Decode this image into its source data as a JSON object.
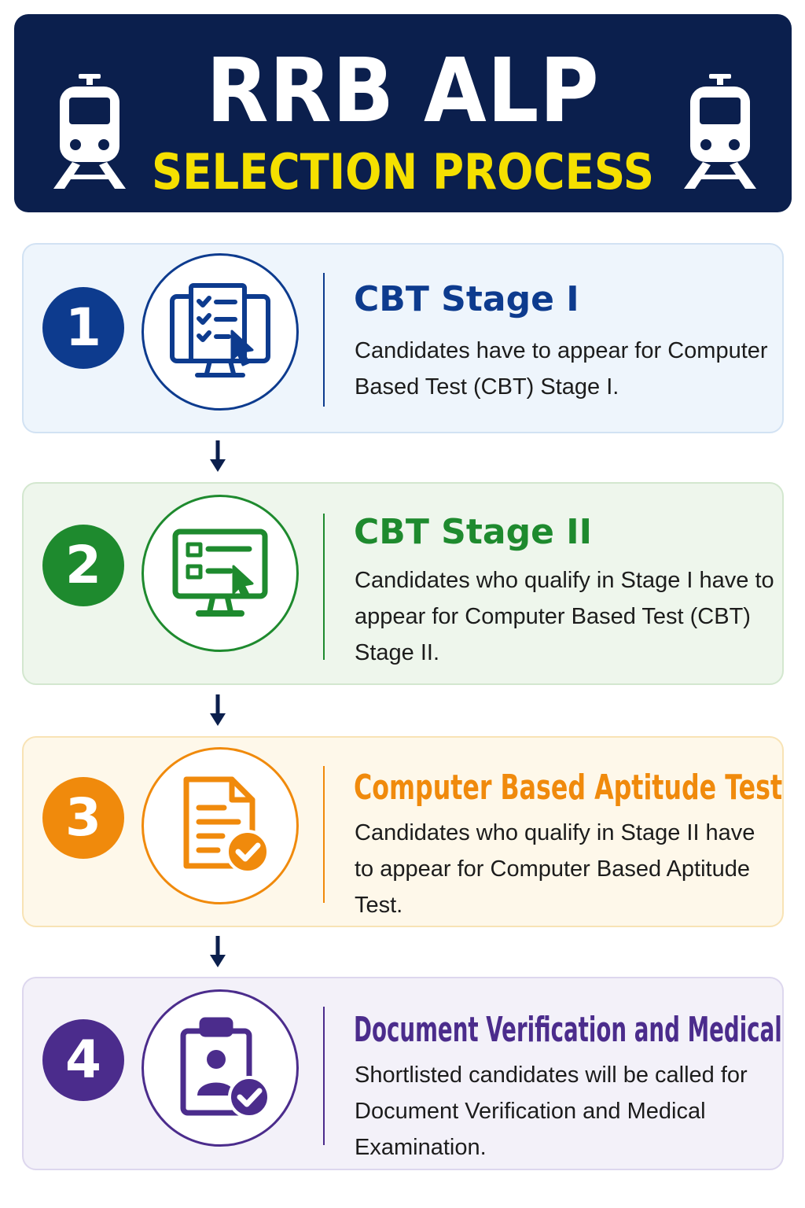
{
  "header": {
    "title": "RRB ALP",
    "subtitle": "SELECTION PROCESS",
    "background": "#0b1f4d",
    "title_color": "#ffffff",
    "subtitle_color": "#f5e000",
    "icons": [
      "train-icon",
      "train-icon"
    ]
  },
  "steps": [
    {
      "number": "1",
      "title": "CBT Stage I",
      "description": "Candidates have to appear for Computer Based Test (CBT) Stage I.",
      "icon": "online-test-checklist-icon",
      "accent": "#0d3b8e",
      "background": "#eef5fc"
    },
    {
      "number": "2",
      "title": "CBT Stage II",
      "description": "Candidates who qualify in Stage I have to appear for Computer Based Test (CBT) Stage II.",
      "icon": "online-form-icon",
      "accent": "#1e8a2e",
      "background": "#eef6ec"
    },
    {
      "number": "3",
      "title": "Computer Based Aptitude Test",
      "description": "Candidates who qualify in Stage II have to appear for Computer Based Aptitude Test.",
      "icon": "document-check-icon",
      "accent": "#f08a0c",
      "background": "#fef8ea"
    },
    {
      "number": "4",
      "title": "Document Verification and Medical",
      "description": "Shortlisted candidates will be called for Document Verification and Medical Examination.",
      "icon": "clipboard-user-check-icon",
      "accent": "#4b2c8c",
      "background": "#f3f1f9"
    }
  ],
  "connector_color": "#0b1f4d"
}
